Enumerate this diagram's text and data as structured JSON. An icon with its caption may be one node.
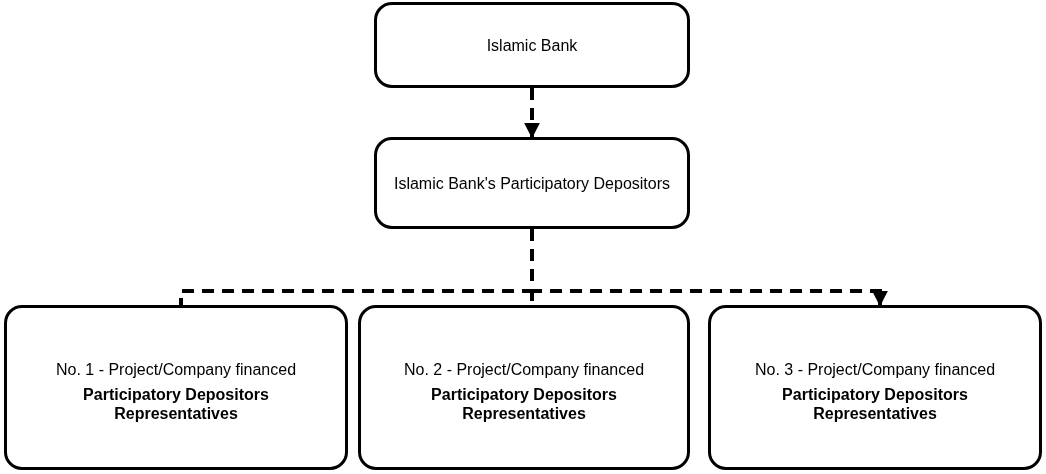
{
  "diagram": {
    "nodes": [
      {
        "text": [
          "Islamic Bank"
        ]
      },
      {
        "text": [
          "Islamic Bank's Participatory Depositors"
        ]
      },
      {
        "text": [
          "No. 1 - Project/Company financed",
          "Participatory Depositors Representatives"
        ]
      },
      {
        "text": [
          "No. 2 - Project/Company financed",
          "Participatory Depositors Representatives"
        ]
      },
      {
        "text": [
          "No. 3 - Project/Company financed",
          "Participatory Depositors Representatives"
        ]
      }
    ],
    "edges": [
      {
        "from": 0,
        "to": 1,
        "arrow": "to",
        "style": "dashed"
      },
      {
        "from": 1,
        "to": 2,
        "arrow": "none",
        "style": "dashed"
      },
      {
        "from": 1,
        "to": 3,
        "arrow": "none",
        "style": "dashed"
      },
      {
        "from": 1,
        "to": 4,
        "arrow": "to",
        "style": "dashed"
      }
    ]
  }
}
